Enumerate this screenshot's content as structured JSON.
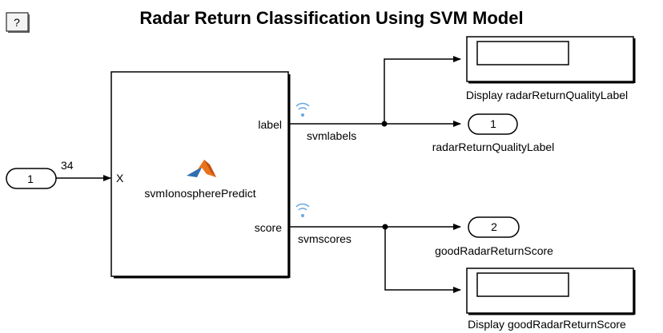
{
  "title": "Radar Return Classification Using SVM Model",
  "help_button": "?",
  "inport": {
    "number": "1",
    "signal_width": "34"
  },
  "function_block": {
    "name": "svmIonospherePredict",
    "input_port": "X",
    "output_ports": [
      "label",
      "score"
    ],
    "icon": "matlab-logo-icon"
  },
  "signals": {
    "labels": "svmlabels",
    "scores": "svmscores"
  },
  "outports": [
    {
      "number": "1",
      "name": "radarReturnQualityLabel"
    },
    {
      "number": "2",
      "name": "goodRadarReturnScore"
    }
  ],
  "displays": [
    {
      "name": "Display radarReturnQualityLabel"
    },
    {
      "name": "Display goodRadarReturnScore"
    }
  ],
  "colors": {
    "logging_icon": "#6aa8e0",
    "logo_orange": "#e8731a",
    "logo_blue": "#2f6fb0"
  }
}
